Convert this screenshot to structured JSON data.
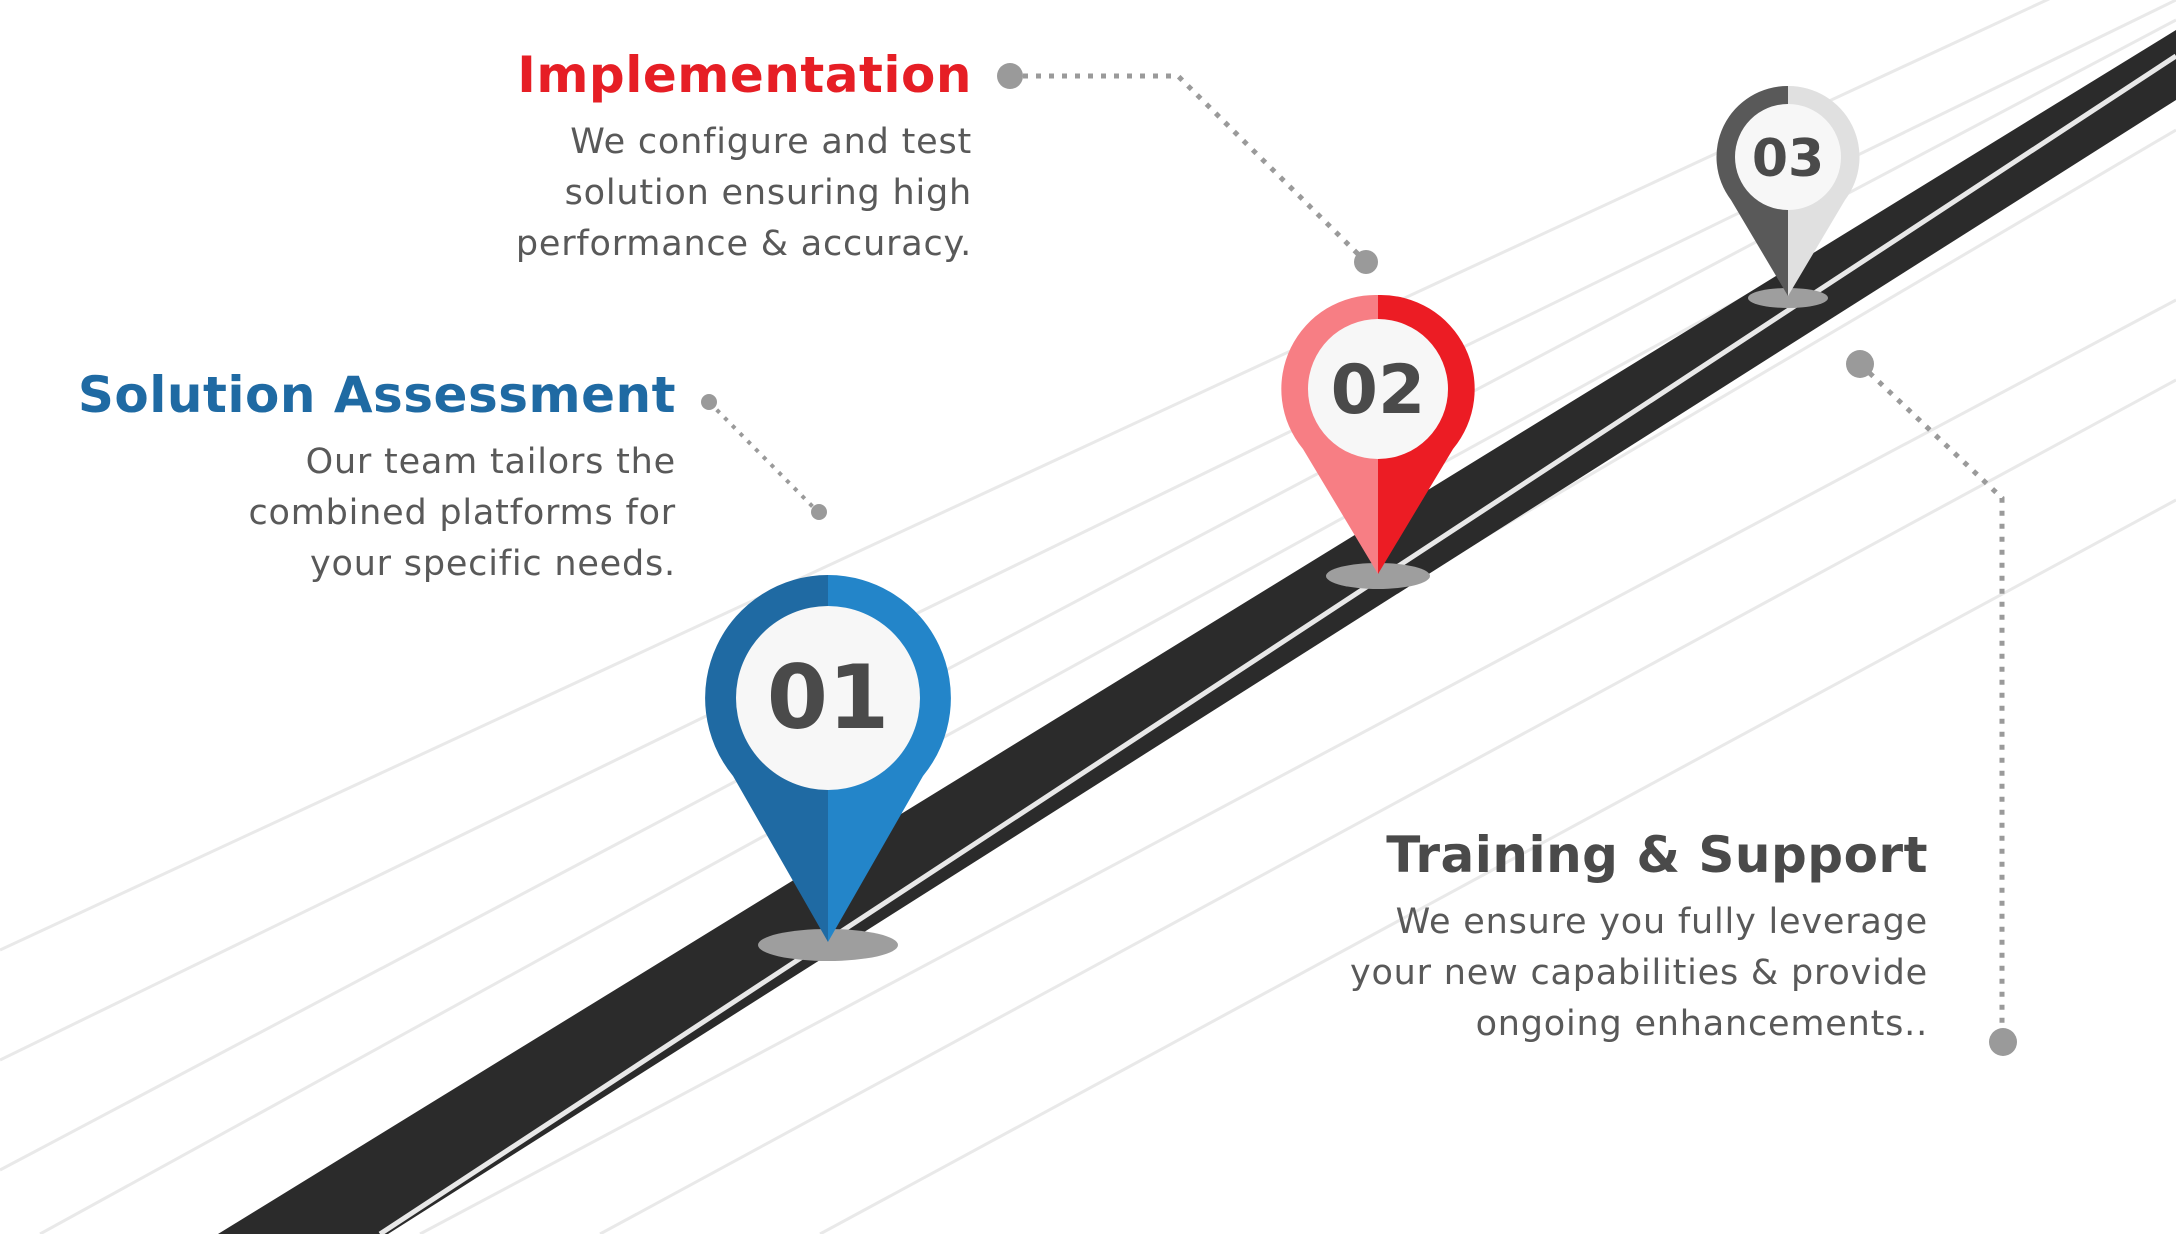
{
  "steps": [
    {
      "number": "01",
      "title": "Solution Assessment",
      "description": [
        "Our team tailors the",
        "combined platforms for",
        "your specific needs."
      ],
      "color": "#2385c9",
      "dark_color": "#1f6aa3",
      "title_color": "#1f6aa3"
    },
    {
      "number": "02",
      "title": "Implementation",
      "description": [
        "We configure and test",
        "solution ensuring high",
        "performance & accuracy."
      ],
      "color": "#ec1c24",
      "light_color": "#f77e84",
      "title_color": "#e61e25"
    },
    {
      "number": "03",
      "title": "Training & Support",
      "description": [
        "We ensure you fully leverage",
        "your new capabilities & provide",
        "ongoing enhancements.."
      ],
      "color": "#e0e0e0",
      "dark_color": "#595959",
      "title_color": "#4a4a4a"
    }
  ],
  "colors": {
    "road": "#2b2b2b",
    "road_line": "#e8e8e8",
    "guide_lines": "#e9e9e9",
    "connector": "#9a9a9a",
    "pin_center": "#f7f7f7",
    "pin_number": "#4a4a4a",
    "pin_shadow": "#9e9e9e",
    "body_text": "#595959"
  }
}
